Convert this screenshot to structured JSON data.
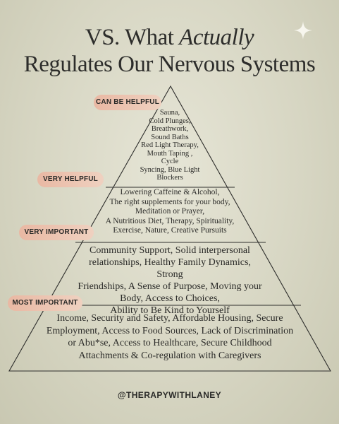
{
  "title": {
    "line1_prefix": "VS. What ",
    "line1_emphasis": "Actually",
    "line2": "Regulates Our Nervous Systems"
  },
  "tiers": [
    {
      "label": "CAN BE HELPFUL",
      "lines": [
        "Sauna,",
        "Cold Plunges,",
        "Breathwork,",
        "Sound Baths",
        "Red Light Therapy,",
        "Mouth Taping , Cycle",
        "Syncing, Blue Light",
        "Blockers"
      ]
    },
    {
      "label": "VERY HELPFUL",
      "lines": [
        "Lowering Caffeine & Alcohol,",
        "The right supplements for your body,",
        "Meditation or Prayer,",
        "A Nutritious Diet, Therapy, Spirituality,",
        "Exercise, Nature, Creative Pursuits"
      ]
    },
    {
      "label": "VERY IMPORTANT",
      "lines": [
        "Community Support, Solid interpersonal",
        "relationships, Healthy Family Dynamics, Strong",
        "Friendships, A Sense of Purpose, Moving your",
        "Body, Access to Choices,",
        "Ability to Be Kind to Yourself"
      ]
    },
    {
      "label": "MOST IMPORTANT",
      "lines": [
        "Income, Security and Safety, Affordable Housing, Secure",
        "Employment, Access to Food Sources, Lack of Discrimination",
        "or Abu*se, Access to Healthcare, Secure Childhood",
        "Attachments & Co-regulation with Caregivers"
      ]
    }
  ],
  "handle": "@THERAPYWITHLANEY",
  "colors": {
    "pill": "#e9b8a3",
    "text": "#2a2a28",
    "background": "#d7d6c3"
  },
  "icons": [
    "sparkle-icon"
  ]
}
